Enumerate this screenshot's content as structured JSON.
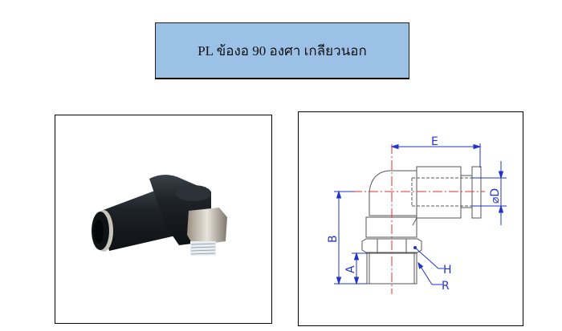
{
  "title": "PL ข้องอ 90 องศา เกลียวนอก",
  "drawing": {
    "labels": {
      "E": "E",
      "D": "⌀D",
      "B": "B",
      "A": "A",
      "H": "H",
      "R": "R"
    }
  },
  "colors": {
    "title_bg": "#9bc2e6",
    "dimension": "#2233cc",
    "centerline": "#e03030"
  }
}
